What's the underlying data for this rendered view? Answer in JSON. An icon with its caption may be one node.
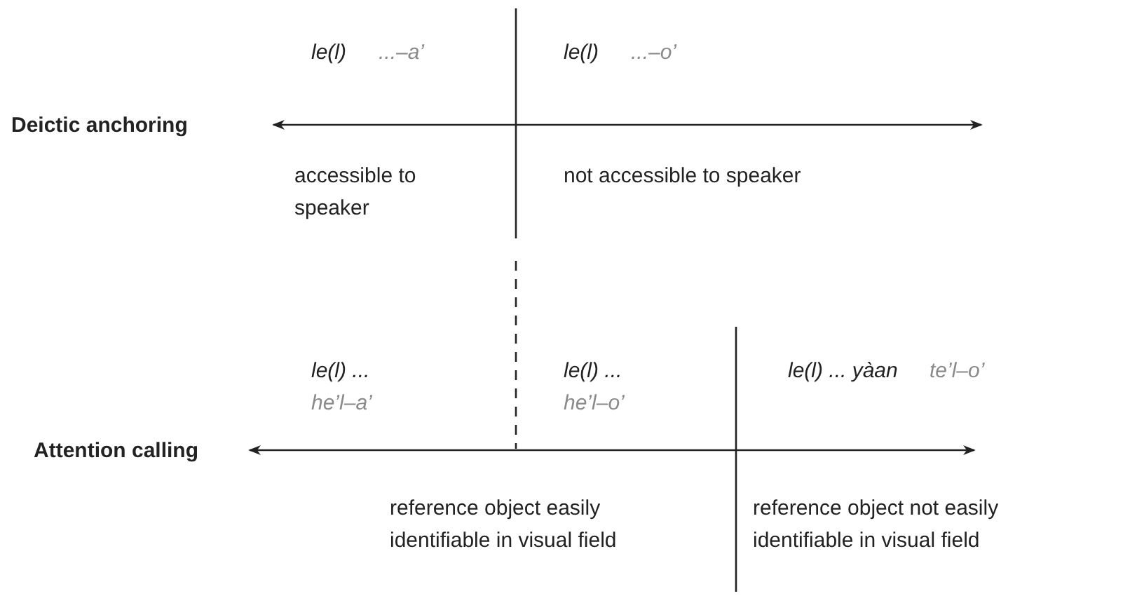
{
  "diagram": {
    "labels": [
      "le(l)",
      "...–a’",
      "le(l)",
      "...–o’",
      "Deictic anchoring",
      "accessible to speaker",
      "not accessible to speaker",
      "le(l) ...",
      "he’l–a’",
      "le(l) ...",
      "he’l–o’",
      "le(l) ... yàan",
      "te’l–o’",
      "Attention calling",
      "reference object easily identifiable in visual field",
      "reference object not easily identifiable in visual field"
    ]
  }
}
